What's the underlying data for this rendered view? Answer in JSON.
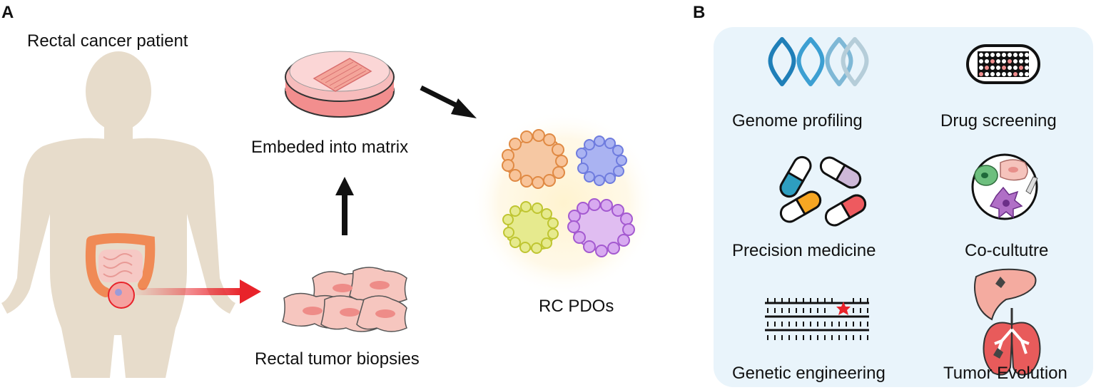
{
  "panel_a": {
    "letter": "A",
    "patient_label": "Rectal cancer patient",
    "matrix_label": "Embeded into matrix",
    "pdo_label": "RC PDOs",
    "biopsy_label": "Rectal tumor biopsies"
  },
  "panel_b": {
    "letter": "B",
    "applications": {
      "genome": "Genome profiling",
      "drug": "Drug screening",
      "precision": "Precision medicine",
      "coculture": "Co-cultutre",
      "genetic": "Genetic engineering",
      "evolution": "Tumor Evolution"
    }
  },
  "colors": {
    "body": "#e7dccb",
    "arrow": "#111111",
    "red_arrow": "#e8232a",
    "tissue": "#f4a9a0",
    "panel_bg": "#e9f4fb",
    "organoid_orange": "#f0a56b",
    "organoid_blue": "#8b96e8",
    "organoid_yellow": "#d8de5a",
    "organoid_purple": "#c58ae0"
  }
}
